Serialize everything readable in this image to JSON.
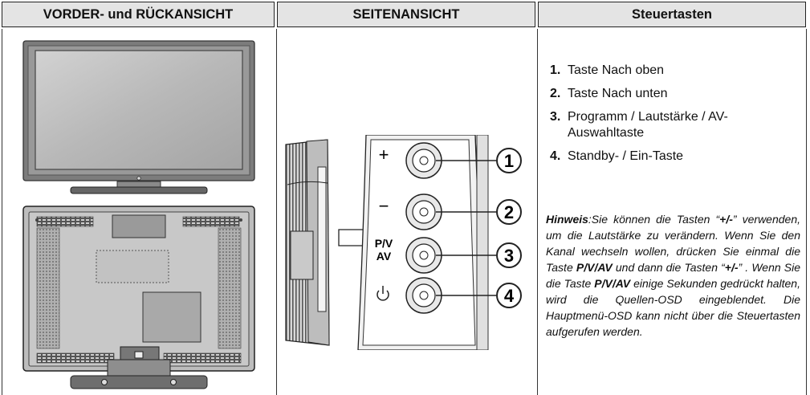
{
  "headers": {
    "front_back": "VORDER- und RÜCKANSICHT",
    "side": "SEITENANSICHT",
    "controls": "Steuertasten"
  },
  "side_view": {
    "button_labels": {
      "plus": "+",
      "minus": "−",
      "pva_line1": "P/V",
      "pva_line2": "AV"
    },
    "callouts": [
      "1",
      "2",
      "3",
      "4"
    ]
  },
  "controls": {
    "items": [
      {
        "num": "1.",
        "text": "Taste Nach oben"
      },
      {
        "num": "2.",
        "text": "Taste Nach unten"
      },
      {
        "num": "3.",
        "text": "Programm / Lautstärke / AV-Auswahltaste"
      },
      {
        "num": "4.",
        "text": "Standby- / Ein-Taste"
      }
    ],
    "note": {
      "label": "Hinweis",
      "p1": ":Sie können die Tasten “",
      "key1": "+/-",
      "p2": "” verwenden, um die Lautstärke zu verändern. Wenn Sie den Kanal wechseln wollen, drücken Sie einmal die Taste ",
      "key2": "P/V/AV",
      "p3": " und dann die Tasten “",
      "key3": "+/-",
      "p4": "” . Wenn Sie die Taste ",
      "key4": "P/V/AV",
      "p5": " einige Sekunden gedrückt halten, wird die Quellen-OSD eingeblendet. Die Hauptmenü-OSD kann nicht über die Steuertasten aufgerufen werden."
    }
  }
}
